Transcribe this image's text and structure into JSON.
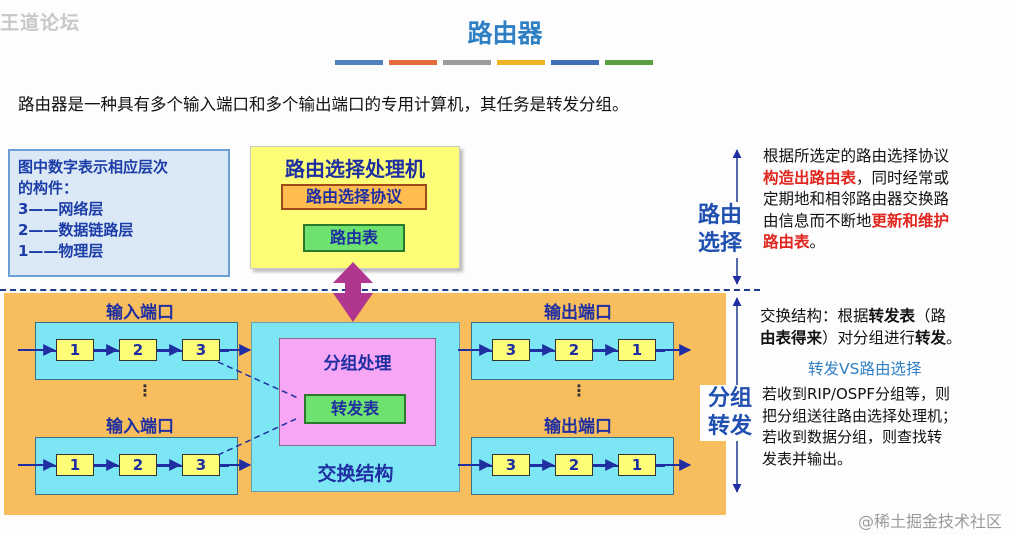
{
  "watermark_top": "王道论坛",
  "title": "路由器",
  "color_bars": [
    "#4f81bd",
    "#e46c3a",
    "#9c9c9c",
    "#f0b323",
    "#3f6fb5",
    "#5aa041"
  ],
  "intro": "路由器是一种具有多个输入端口和多个输出端口的专用计算机，其任务是转发分组。",
  "legend": {
    "line1": "图中数字表示相应层次",
    "line2": "的构件：",
    "line3": "3——网络层",
    "line4": "2——数据链路层",
    "line5": "1——物理层"
  },
  "routing_processor": {
    "title": "路由选择处理机",
    "protocol": "路由选择协议",
    "table": "路由表"
  },
  "switch_fabric": {
    "packet_processing": "分组处理",
    "forwarding_table": "转发表",
    "label": "交换结构"
  },
  "input_ports": [
    {
      "title": "输入端口",
      "cells": [
        "1",
        "2",
        "3"
      ]
    },
    {
      "title": "输入端口",
      "cells": [
        "1",
        "2",
        "3"
      ]
    }
  ],
  "output_ports": [
    {
      "title": "输出端口",
      "cells": [
        "3",
        "2",
        "1"
      ]
    },
    {
      "title": "输出端口",
      "cells": [
        "3",
        "2",
        "1"
      ]
    }
  ],
  "ellipsis": "⋮",
  "routing_section": {
    "label_line1": "路由",
    "label_line2": "选择",
    "l1": "根据所选定的路由选择协议",
    "l2_red": "构造出路由表",
    "l2_rest": "，同时经常或",
    "l3": "定期地和相邻路由器交换路",
    "l4_pre": "由信息而不断地",
    "l4_red": "更新和维护",
    "l5_red": "路由表",
    "l5_rest": "。"
  },
  "forwarding_section": {
    "label_line1": "分组",
    "label_line2": "转发",
    "l1_pre": "交换结构：根据",
    "l1_bold": "转发表",
    "l1_post": "（路",
    "l2_bold": "由表得来",
    "l2_mid": "）对分组进行",
    "l2_bold2": "转发",
    "l2_end": "。",
    "vs": "转发VS路由选择",
    "l3": "若收到RIP/OSPF分组等，则",
    "l4": "把分组送往路由选择处理机；",
    "l5": "若收到数据分组，则查找转",
    "l6": "发表并输出。"
  },
  "watermark_bottom": "@稀土掘金技术社区",
  "colors": {
    "title_blue": "#2f7fc4",
    "dark_blue": "#1f2fa2",
    "red_emphasis": "#e0261e",
    "orange_bg": "#f8be5e",
    "cyan": "#7de6f5",
    "yellow": "#fdfd77",
    "magenta_arrow": "#b0368f"
  }
}
